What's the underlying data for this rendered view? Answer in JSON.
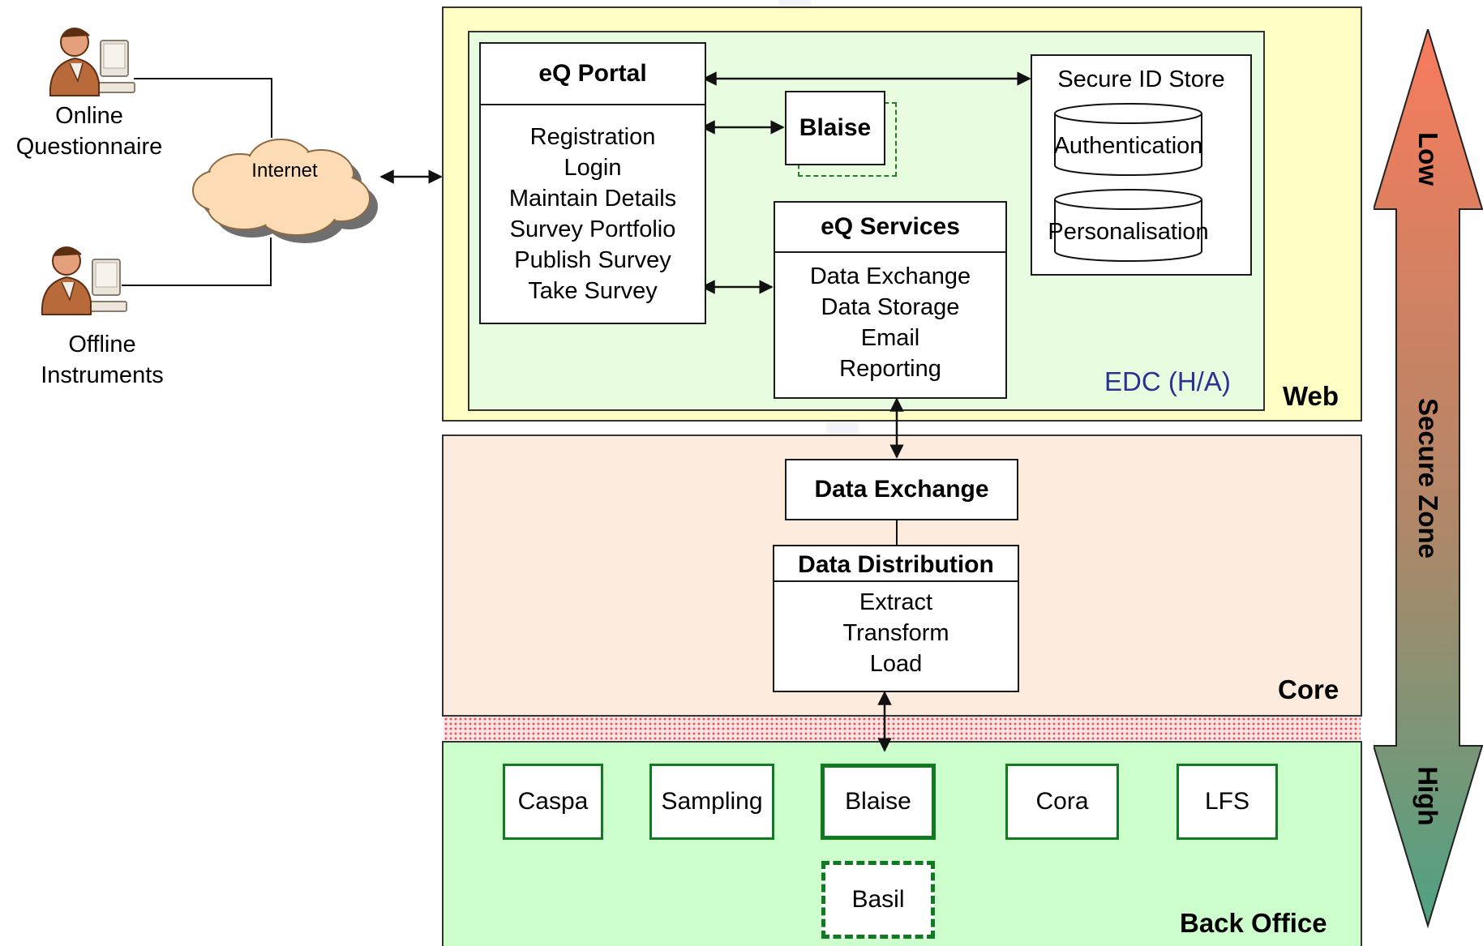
{
  "actors": {
    "online": [
      "Online",
      "Questionnaire"
    ],
    "offline": [
      "Offline",
      "Instruments"
    ],
    "internet": "Internet"
  },
  "eq_portal": {
    "title": "eQ Portal",
    "items": [
      "Registration",
      "Login",
      "Maintain Details",
      "Survey Portfolio",
      "Publish Survey",
      "Take Survey"
    ]
  },
  "blaise_web": "Blaise",
  "secure_id_store": {
    "title": "Secure ID Store",
    "stores": [
      "Authentication",
      "Personalisation"
    ]
  },
  "eq_services": {
    "title": "eQ Services",
    "items": [
      "Data Exchange",
      "Data Storage",
      "Email",
      "Reporting"
    ]
  },
  "edc_label": "EDC (H/A)",
  "zones": {
    "web": "Web",
    "core": "Core",
    "back_office": "Back Office"
  },
  "core": {
    "data_exchange": "Data Exchange",
    "data_distribution": {
      "title": "Data Distribution",
      "items": [
        "Extract",
        "Transform",
        "Load"
      ]
    }
  },
  "back_office_systems": [
    "Caspa",
    "Sampling",
    "Blaise",
    "Cora",
    "LFS",
    "Basil"
  ],
  "secure_zone": {
    "top": "Low",
    "middle": "Secure Zone",
    "bottom": "High"
  },
  "colors": {
    "web_zone": "#ffffc5",
    "edc_zone": "#e8fde0",
    "core_zone": "#fdebdd",
    "back_office_zone": "#ccffcc",
    "edc_text": "#2e3192",
    "back_office_border": "#0f7a1f",
    "arrow_low": "#f77b5c",
    "arrow_high": "#4ea282"
  }
}
